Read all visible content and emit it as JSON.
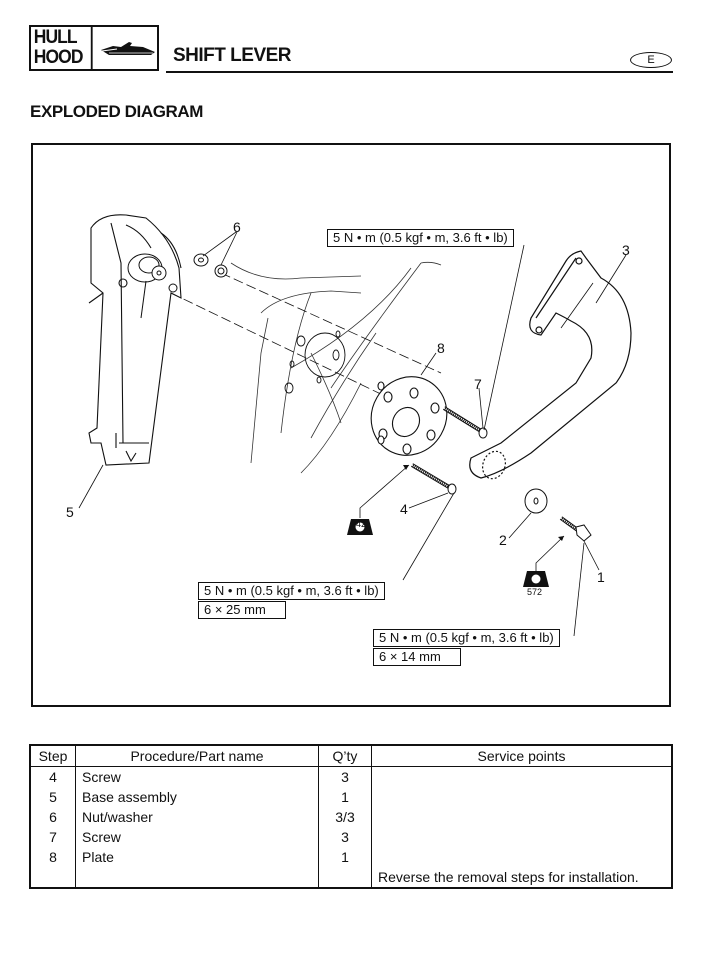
{
  "header": {
    "section_label_line1": "HULL",
    "section_label_line2": "HOOD",
    "section_icon": "watercraft-icon",
    "page_title": "SHIFT LEVER",
    "language_badge": "E"
  },
  "section_heading": "EXPLODED DIAGRAM",
  "diagram": {
    "callouts": [
      {
        "number": "1",
        "part": "bolt"
      },
      {
        "number": "2",
        "part": "washer"
      },
      {
        "number": "3",
        "part": "shift lever"
      },
      {
        "number": "4",
        "part": "screw"
      },
      {
        "number": "5",
        "part": "base assembly"
      },
      {
        "number": "6",
        "part": "nut/washer"
      },
      {
        "number": "7",
        "part": "screw"
      },
      {
        "number": "8",
        "part": "plate"
      }
    ],
    "torque_specs": [
      {
        "torque": "5 N • m (0.5 kgf • m, 3.6 ft • lb)",
        "size": "",
        "ref": "7"
      },
      {
        "torque": "5 N • m (0.5 kgf • m, 3.6 ft • lb)",
        "size": "6 × 25 mm",
        "ref": "4"
      },
      {
        "torque": "5 N • m (0.5 kgf • m, 3.6 ft • lb)",
        "size": "6 × 14 mm",
        "ref": "1"
      }
    ],
    "threadlock_icons": [
      {
        "icon": "loctite-icon",
        "label": "LT",
        "code": "242"
      },
      {
        "icon": "loctite-icon",
        "label": "LT",
        "code": "572"
      }
    ]
  },
  "table": {
    "headers": [
      "Step",
      "Procedure/Part name",
      "Q’ty",
      "Service points"
    ],
    "rows": [
      {
        "step": "4",
        "name": "Screw",
        "qty": "3",
        "service": ""
      },
      {
        "step": "5",
        "name": "Base assembly",
        "qty": "1",
        "service": ""
      },
      {
        "step": "6",
        "name": "Nut/washer",
        "qty": "3/3",
        "service": ""
      },
      {
        "step": "7",
        "name": "Screw",
        "qty": "3",
        "service": ""
      },
      {
        "step": "8",
        "name": "Plate",
        "qty": "1",
        "service": ""
      },
      {
        "step": "",
        "name": "",
        "qty": "",
        "service": "Reverse the removal steps for installation."
      }
    ]
  }
}
